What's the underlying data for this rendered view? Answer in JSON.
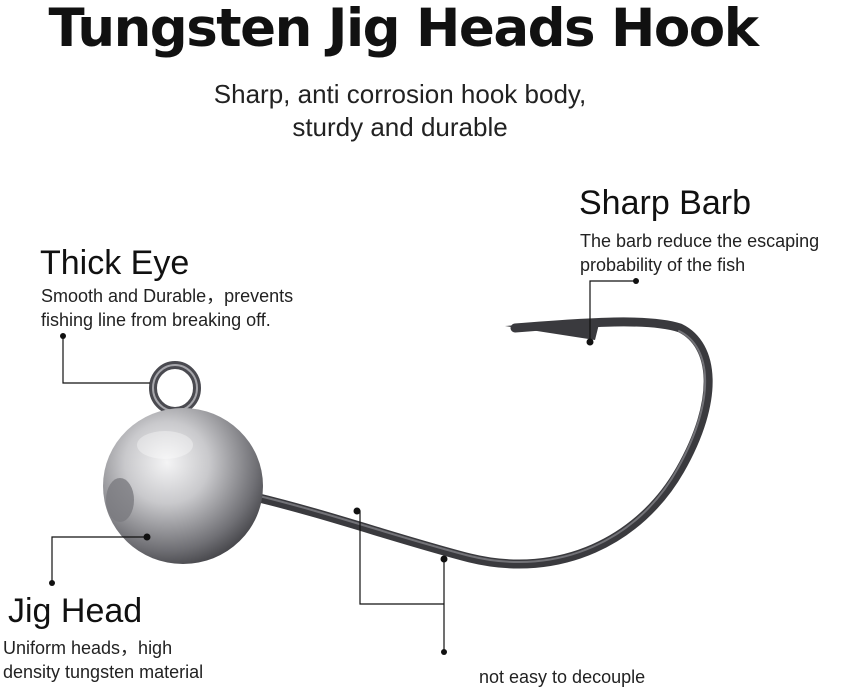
{
  "header": {
    "title": "Tungsten Jig Heads Hook",
    "subtitle_line1": "Sharp, anti corrosion hook body,",
    "subtitle_line2": "sturdy and durable"
  },
  "callouts": {
    "sharp_barb": {
      "heading": "Sharp Barb",
      "line1": "The barb reduce the escaping",
      "line2": "probability of the fish"
    },
    "thick_eye": {
      "heading": "Thick Eye",
      "line1": "Smooth and Durable，prevents",
      "line2": "fishing line from breaking off."
    },
    "jig_head": {
      "heading": "Jig Head",
      "line1": "Uniform heads，high",
      "line2": "density tungsten material"
    },
    "shank": {
      "line1": "not easy to decouple"
    }
  },
  "colors": {
    "metal_dark": "#3a3a3e",
    "metal_light": "#e8e8ea",
    "leader_line": "#111111"
  },
  "icons": {
    "product": "tungsten-jig-hook"
  }
}
